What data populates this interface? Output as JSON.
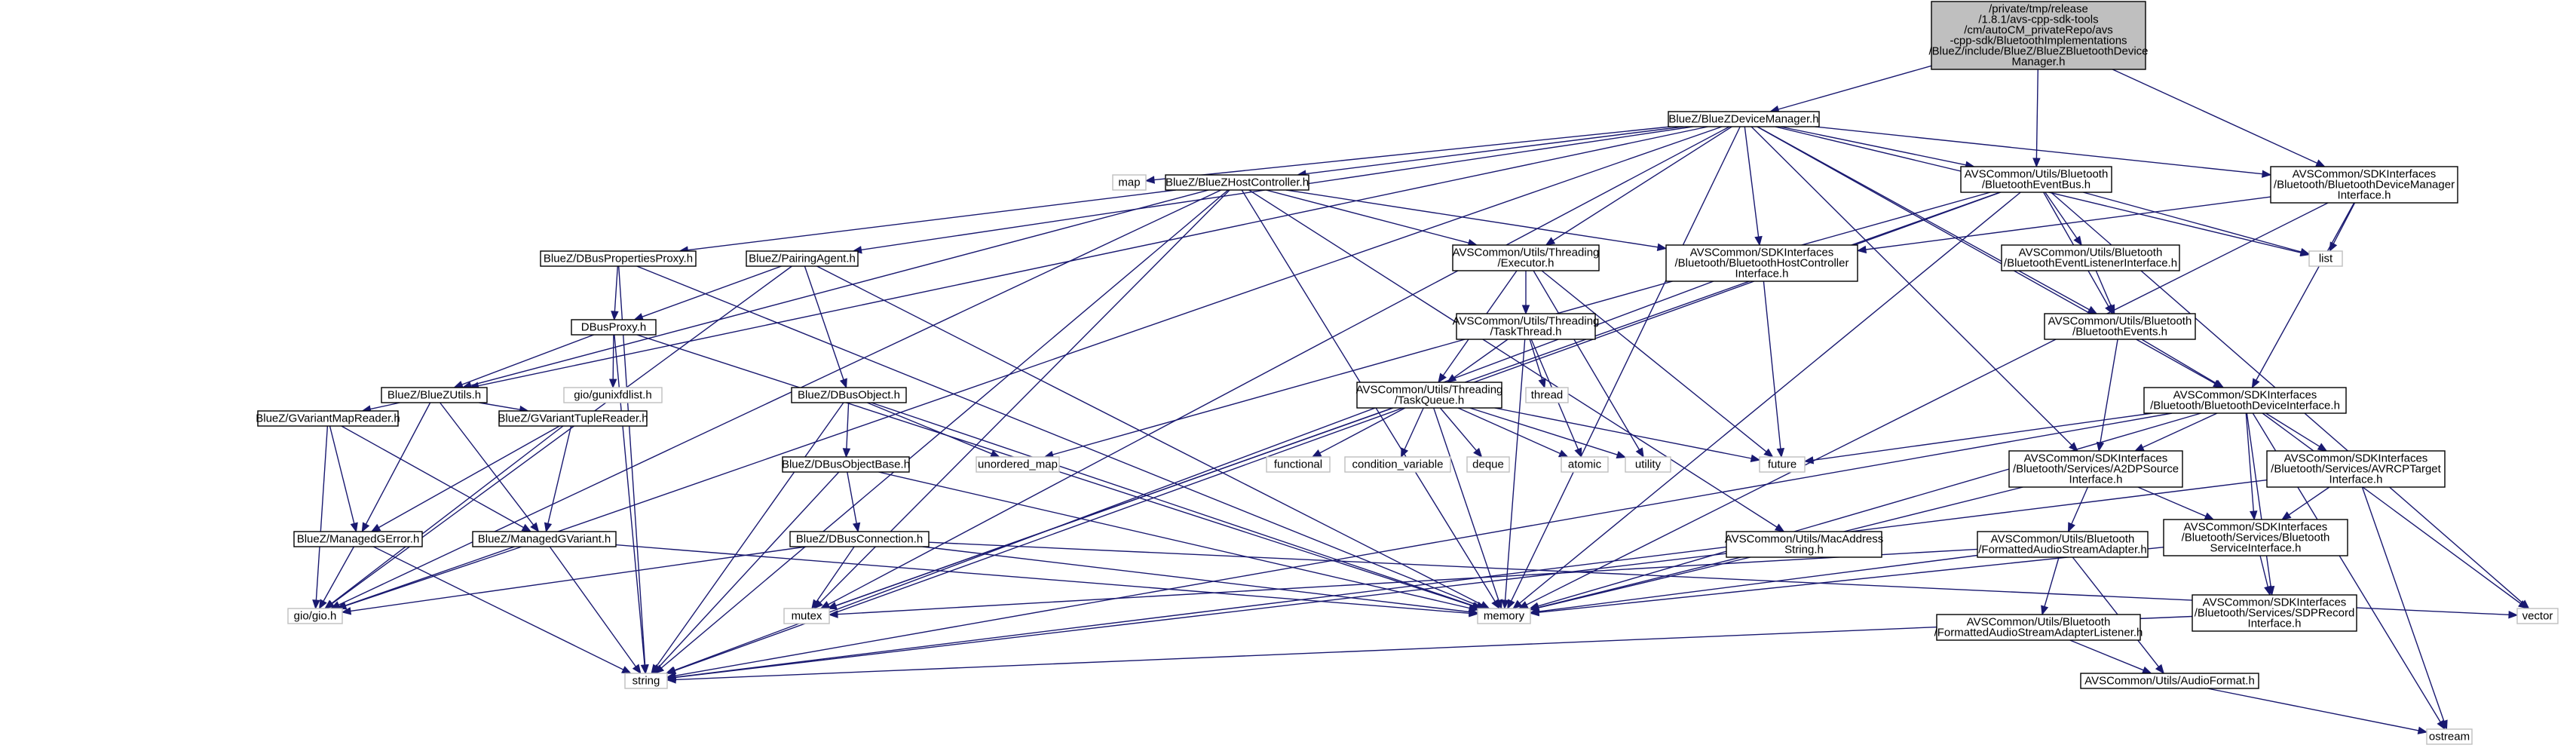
{
  "colors": {
    "edge": "#191970",
    "root_fill": "#bfbfbf",
    "node_border": "#000000",
    "external_border": "#bfbfbf",
    "background": "#ffffff"
  },
  "nodes": [
    {
      "id": "root",
      "kind": "root",
      "lines": [
        "/private/tmp/release",
        "/1.8.1/avs-cpp-sdk-tools",
        "/cm/autoCM_privateRepo/avs",
        "-cpp-sdk/BluetoothImplementations",
        "/BlueZ/include/BlueZ/BlueZBluetoothDevice",
        "Manager.h"
      ]
    },
    {
      "id": "devmgr",
      "kind": "file",
      "lines": [
        "BlueZ/BlueZDeviceManager.h"
      ]
    },
    {
      "id": "bteventbus",
      "kind": "file",
      "lines": [
        "AVSCommon/Utils/Bluetooth",
        "/BluetoothEventBus.h"
      ]
    },
    {
      "id": "btdevmgrif",
      "kind": "file",
      "lines": [
        "AVSCommon/SDKInterfaces",
        "/Bluetooth/BluetoothDeviceManager",
        "Interface.h"
      ]
    },
    {
      "id": "map",
      "kind": "ext",
      "lines": [
        "map"
      ]
    },
    {
      "id": "hostctrl",
      "kind": "file",
      "lines": [
        "BlueZ/BlueZHostController.h"
      ]
    },
    {
      "id": "list",
      "kind": "ext",
      "lines": [
        "list"
      ]
    },
    {
      "id": "executor",
      "kind": "file",
      "lines": [
        "AVSCommon/Utils/Threading",
        "/Executor.h"
      ]
    },
    {
      "id": "hostctrlif",
      "kind": "file",
      "lines": [
        "AVSCommon/SDKInterfaces",
        "/Bluetooth/BluetoothHostController",
        "Interface.h"
      ]
    },
    {
      "id": "listenerif",
      "kind": "file",
      "lines": [
        "AVSCommon/Utils/Bluetooth",
        "/BluetoothEventListenerInterface.h"
      ]
    },
    {
      "id": "propproxy",
      "kind": "file",
      "lines": [
        "BlueZ/DBusPropertiesProxy.h"
      ]
    },
    {
      "id": "pairing",
      "kind": "file",
      "lines": [
        "BlueZ/PairingAgent.h"
      ]
    },
    {
      "id": "tasktread",
      "kind": "file",
      "lines": [
        "AVSCommon/Utils/Threading",
        "/TaskThread.h"
      ]
    },
    {
      "id": "btevents",
      "kind": "file",
      "lines": [
        "AVSCommon/Utils/Bluetooth",
        "/BluetoothEvents.h"
      ]
    },
    {
      "id": "dbusproxy",
      "kind": "file",
      "lines": [
        "DBusProxy.h"
      ]
    },
    {
      "id": "gunix",
      "kind": "ext",
      "lines": [
        "gio/gunixfdlist.h"
      ]
    },
    {
      "id": "thread",
      "kind": "ext",
      "lines": [
        "thread"
      ]
    },
    {
      "id": "btdevif",
      "kind": "file",
      "lines": [
        "AVSCommon/SDKInterfaces",
        "/Bluetooth/BluetoothDeviceInterface.h"
      ]
    },
    {
      "id": "bzutils",
      "kind": "file",
      "lines": [
        "BlueZ/BlueZUtils.h"
      ]
    },
    {
      "id": "dbusobj",
      "kind": "file",
      "lines": [
        "BlueZ/DBusObject.h"
      ]
    },
    {
      "id": "taskqueue",
      "kind": "file",
      "lines": [
        "AVSCommon/Utils/Threading",
        "/TaskQueue.h"
      ]
    },
    {
      "id": "gvmapreader",
      "kind": "file",
      "lines": [
        "BlueZ/GVariantMapReader.h"
      ]
    },
    {
      "id": "gvtuple",
      "kind": "file",
      "lines": [
        "BlueZ/GVariantTupleReader.h"
      ]
    },
    {
      "id": "unordered",
      "kind": "ext",
      "lines": [
        "unordered_map"
      ]
    },
    {
      "id": "dbusobjbase",
      "kind": "file",
      "lines": [
        "BlueZ/DBusObjectBase.h"
      ]
    },
    {
      "id": "functional",
      "kind": "ext",
      "lines": [
        "functional"
      ]
    },
    {
      "id": "condvar",
      "kind": "ext",
      "lines": [
        "condition_variable"
      ]
    },
    {
      "id": "deque",
      "kind": "ext",
      "lines": [
        "deque"
      ]
    },
    {
      "id": "atomic",
      "kind": "ext",
      "lines": [
        "atomic"
      ]
    },
    {
      "id": "utility",
      "kind": "ext",
      "lines": [
        "utility"
      ]
    },
    {
      "id": "future",
      "kind": "ext",
      "lines": [
        "future"
      ]
    },
    {
      "id": "a2dp",
      "kind": "file",
      "lines": [
        "AVSCommon/SDKInterfaces",
        "/Bluetooth/Services/A2DPSource",
        "Interface.h"
      ]
    },
    {
      "id": "avrcp",
      "kind": "file",
      "lines": [
        "AVSCommon/SDKInterfaces",
        "/Bluetooth/Services/AVRCPTarget",
        "Interface.h"
      ]
    },
    {
      "id": "gerror",
      "kind": "file",
      "lines": [
        "BlueZ/ManagedGError.h"
      ]
    },
    {
      "id": "gvariant",
      "kind": "file",
      "lines": [
        "BlueZ/ManagedGVariant.h"
      ]
    },
    {
      "id": "dbusconn",
      "kind": "file",
      "lines": [
        "BlueZ/DBusConnection.h"
      ]
    },
    {
      "id": "macaddr",
      "kind": "file",
      "lines": [
        "AVSCommon/Utils/MacAddress",
        "String.h"
      ]
    },
    {
      "id": "fmtadapter",
      "kind": "file",
      "lines": [
        "AVSCommon/Utils/Bluetooth",
        "/FormattedAudioStreamAdapter.h"
      ]
    },
    {
      "id": "svcif",
      "kind": "file",
      "lines": [
        "AVSCommon/SDKInterfaces",
        "/Bluetooth/Services/Bluetooth",
        "ServiceInterface.h"
      ]
    },
    {
      "id": "giogio",
      "kind": "ext",
      "lines": [
        "gio/gio.h"
      ]
    },
    {
      "id": "mutex",
      "kind": "ext",
      "lines": [
        "mutex"
      ]
    },
    {
      "id": "memory",
      "kind": "ext",
      "lines": [
        "memory"
      ]
    },
    {
      "id": "vector",
      "kind": "ext",
      "lines": [
        "vector"
      ]
    },
    {
      "id": "fmtlistener",
      "kind": "file",
      "lines": [
        "AVSCommon/Utils/Bluetooth",
        "/FormattedAudioStreamAdapterListener.h"
      ]
    },
    {
      "id": "sdp",
      "kind": "file",
      "lines": [
        "AVSCommon/SDKInterfaces",
        "/Bluetooth/Services/SDPRecord",
        "Interface.h"
      ]
    },
    {
      "id": "string",
      "kind": "ext",
      "lines": [
        "string"
      ]
    },
    {
      "id": "audiofmt",
      "kind": "file",
      "lines": [
        "AVSCommon/Utils/AudioFormat.h"
      ]
    },
    {
      "id": "ostream",
      "kind": "ext",
      "lines": [
        "ostream"
      ]
    }
  ],
  "edges": [
    [
      "root",
      "devmgr"
    ],
    [
      "root",
      "bteventbus"
    ],
    [
      "root",
      "btdevmgrif"
    ],
    [
      "devmgr",
      "map"
    ],
    [
      "devmgr",
      "hostctrl"
    ],
    [
      "devmgr",
      "bteventbus"
    ],
    [
      "devmgr",
      "btdevmgrif"
    ],
    [
      "devmgr",
      "list"
    ],
    [
      "devmgr",
      "executor"
    ],
    [
      "devmgr",
      "hostctrlif"
    ],
    [
      "devmgr",
      "pairing"
    ],
    [
      "devmgr",
      "btevents"
    ],
    [
      "devmgr",
      "btdevif"
    ],
    [
      "devmgr",
      "bzutils"
    ],
    [
      "devmgr",
      "a2dp"
    ],
    [
      "devmgr",
      "giogio"
    ],
    [
      "devmgr",
      "mutex"
    ],
    [
      "devmgr",
      "memory"
    ],
    [
      "hostctrl",
      "hostctrlif"
    ],
    [
      "hostctrl",
      "propproxy"
    ],
    [
      "hostctrl",
      "executor"
    ],
    [
      "hostctrl",
      "macaddr"
    ],
    [
      "hostctrl",
      "bzutils"
    ],
    [
      "hostctrl",
      "giogio"
    ],
    [
      "hostctrl",
      "mutex"
    ],
    [
      "hostctrl",
      "memory"
    ],
    [
      "hostctrl",
      "string"
    ],
    [
      "bteventbus",
      "listenerif"
    ],
    [
      "bteventbus",
      "btevents"
    ],
    [
      "bteventbus",
      "list"
    ],
    [
      "bteventbus",
      "vector"
    ],
    [
      "bteventbus",
      "unordered"
    ],
    [
      "bteventbus",
      "mutex"
    ],
    [
      "bteventbus",
      "memory"
    ],
    [
      "bteventbus",
      "string"
    ],
    [
      "btdevmgrif",
      "hostctrlif"
    ],
    [
      "btdevmgrif",
      "btdevif"
    ],
    [
      "btdevmgrif",
      "list"
    ],
    [
      "btdevmgrif",
      "memory"
    ],
    [
      "executor",
      "tasktread"
    ],
    [
      "executor",
      "taskqueue"
    ],
    [
      "executor",
      "future"
    ],
    [
      "executor",
      "utility"
    ],
    [
      "hostctrlif",
      "future"
    ],
    [
      "hostctrlif",
      "string"
    ],
    [
      "listenerif",
      "btevents"
    ],
    [
      "propproxy",
      "dbusproxy"
    ],
    [
      "propproxy",
      "memory"
    ],
    [
      "propproxy",
      "string"
    ],
    [
      "pairing",
      "dbusproxy"
    ],
    [
      "pairing",
      "dbusobj"
    ],
    [
      "pairing",
      "memory"
    ],
    [
      "pairing",
      "giogio"
    ],
    [
      "tasktread",
      "taskqueue"
    ],
    [
      "tasktread",
      "thread"
    ],
    [
      "tasktread",
      "atomic"
    ],
    [
      "tasktread",
      "memory"
    ],
    [
      "btevents",
      "btdevif"
    ],
    [
      "btevents",
      "a2dp"
    ],
    [
      "dbusproxy",
      "gunix"
    ],
    [
      "dbusproxy",
      "bzutils"
    ],
    [
      "dbusproxy",
      "memory"
    ],
    [
      "dbusproxy",
      "string"
    ],
    [
      "btdevif",
      "a2dp"
    ],
    [
      "btdevif",
      "avrcp"
    ],
    [
      "btdevif",
      "svcif"
    ],
    [
      "btdevif",
      "sdp"
    ],
    [
      "btdevif",
      "future"
    ],
    [
      "btdevif",
      "vector"
    ],
    [
      "btdevif",
      "string"
    ],
    [
      "btdevif",
      "ostream"
    ],
    [
      "btdevif",
      "memory"
    ],
    [
      "bzutils",
      "gvmapreader"
    ],
    [
      "bzutils",
      "gvtuple"
    ],
    [
      "bzutils",
      "gerror"
    ],
    [
      "bzutils",
      "gvariant"
    ],
    [
      "dbusobj",
      "dbusobjbase"
    ],
    [
      "dbusobj",
      "unordered"
    ],
    [
      "dbusobj",
      "memory"
    ],
    [
      "dbusobj",
      "string"
    ],
    [
      "taskqueue",
      "functional"
    ],
    [
      "taskqueue",
      "condvar"
    ],
    [
      "taskqueue",
      "deque"
    ],
    [
      "taskqueue",
      "atomic"
    ],
    [
      "taskqueue",
      "utility"
    ],
    [
      "taskqueue",
      "future"
    ],
    [
      "taskqueue",
      "mutex"
    ],
    [
      "taskqueue",
      "memory"
    ],
    [
      "gvmapreader",
      "gerror"
    ],
    [
      "gvmapreader",
      "gvariant"
    ],
    [
      "gvmapreader",
      "giogio"
    ],
    [
      "gvtuple",
      "gerror"
    ],
    [
      "gvtuple",
      "gvariant"
    ],
    [
      "gvtuple",
      "giogio"
    ],
    [
      "dbusobjbase",
      "dbusconn"
    ],
    [
      "dbusobjbase",
      "memory"
    ],
    [
      "dbusobjbase",
      "string"
    ],
    [
      "a2dp",
      "fmtadapter"
    ],
    [
      "a2dp",
      "svcif"
    ],
    [
      "a2dp",
      "memory"
    ],
    [
      "avrcp",
      "svcif"
    ],
    [
      "avrcp",
      "ostream"
    ],
    [
      "avrcp",
      "string"
    ],
    [
      "gerror",
      "giogio"
    ],
    [
      "gerror",
      "string"
    ],
    [
      "gvariant",
      "giogio"
    ],
    [
      "gvariant",
      "memory"
    ],
    [
      "gvariant",
      "string"
    ],
    [
      "dbusconn",
      "giogio"
    ],
    [
      "dbusconn",
      "mutex"
    ],
    [
      "dbusconn",
      "memory"
    ],
    [
      "dbusconn",
      "vector"
    ],
    [
      "macaddr",
      "memory"
    ],
    [
      "macaddr",
      "string"
    ],
    [
      "fmtadapter",
      "fmtlistener"
    ],
    [
      "fmtadapter",
      "audiofmt"
    ],
    [
      "fmtadapter",
      "mutex"
    ],
    [
      "fmtadapter",
      "memory"
    ],
    [
      "svcif",
      "sdp"
    ],
    [
      "svcif",
      "memory"
    ],
    [
      "fmtlistener",
      "audiofmt"
    ],
    [
      "sdp",
      "string"
    ],
    [
      "audiofmt",
      "ostream"
    ]
  ]
}
